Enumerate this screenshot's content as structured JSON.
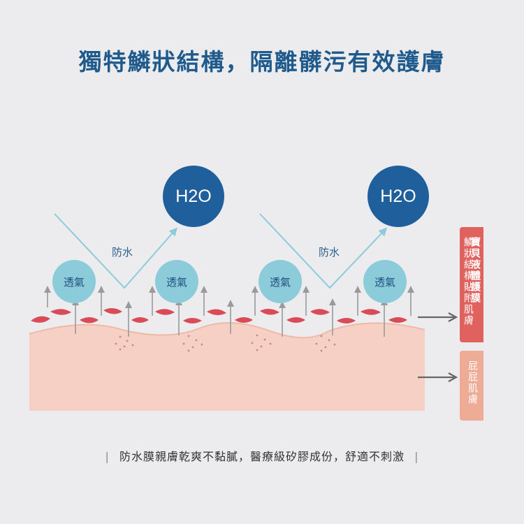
{
  "title": "獨特鱗狀結構，隔離髒污有效護膚",
  "h2o_labels": [
    "H2O",
    "H2O"
  ],
  "waterproof_labels": [
    "防水",
    "防水"
  ],
  "breathable_labels": [
    "透氣",
    "透氣",
    "透氣",
    "透氣"
  ],
  "side_labels": {
    "film_line1": "寶貝液體護膜",
    "film_line2": "鱗狀結構貼附肌膚",
    "skin": "屁屁肌膚"
  },
  "caption": {
    "bar_left": "|",
    "text": "防水膜親膚乾爽不黏膩，醫療級矽膠成份，舒適不刺激",
    "bar_right": "|"
  },
  "colors": {
    "title": "#1f5a8c",
    "h2o_circle": "#1e5f9c",
    "air_circle": "#8ccbd9",
    "scale_red": "#d94c57",
    "skin": "#f6d0c4",
    "film_box": "#e0625f",
    "skin_box": "#eeab95",
    "arrow_line": "#8ccbd9"
  }
}
